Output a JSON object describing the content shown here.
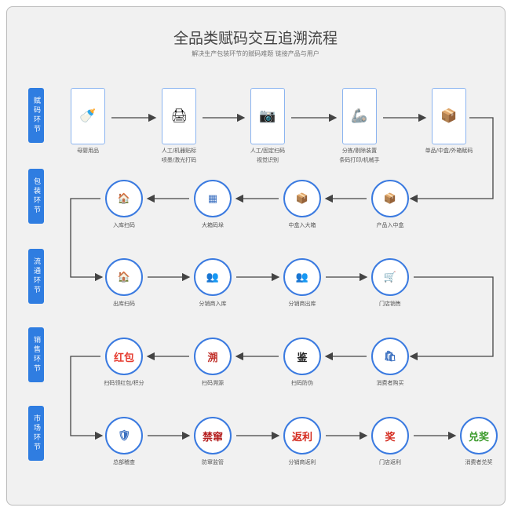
{
  "title": "全品类赋码交互追溯流程",
  "subtitle": "解决生产包装环节的赋码难题 链接产品与用户",
  "stages": [
    "赋码环节",
    "包装环节",
    "流通环节",
    "销售环节",
    "市场环节"
  ],
  "row1": [
    {
      "l1": "母婴用品",
      "l2": "",
      "icon": "baby-products-icon",
      "glyph": "🍼"
    },
    {
      "l1": "人工/机器贴标",
      "l2": "喷墨/激光打码",
      "icon": "labeling-machine-icon",
      "glyph": "🖨"
    },
    {
      "l1": "人工/固定扫码",
      "l2": "视觉识别",
      "icon": "scanner-camera-icon",
      "glyph": "📷"
    },
    {
      "l1": "分拣/剔除装置",
      "l2": "条码打印/机械手",
      "icon": "robot-arm-icon",
      "glyph": "🦾"
    },
    {
      "l1": "单品/中盒/外箱赋码",
      "l2": "",
      "icon": "box-icon",
      "glyph": "📦"
    }
  ],
  "row2": [
    {
      "l": "入库扫码",
      "icon": "warehouse-scan-icon",
      "glyph": "🏠"
    },
    {
      "l": "大箱码垛",
      "icon": "pallet-icon",
      "glyph": "▦"
    },
    {
      "l": "中盒入大箱",
      "icon": "cartons-icon",
      "glyph": "📦"
    },
    {
      "l": "产品入中盒",
      "icon": "open-box-icon",
      "glyph": "📦"
    }
  ],
  "row3": [
    {
      "l": "出库扫码",
      "icon": "warehouse-scan-icon",
      "glyph": "🏠"
    },
    {
      "l": "分销商入库",
      "icon": "users-icon",
      "glyph": "👥"
    },
    {
      "l": "分销商出库",
      "icon": "users-qr-icon",
      "glyph": "👥"
    },
    {
      "l": "门店销售",
      "icon": "store-icon",
      "glyph": "🛒"
    }
  ],
  "row4": [
    {
      "l": "扫码领红包/积分",
      "icon": "red-envelope-icon",
      "glyph": "红包"
    },
    {
      "l": "扫码溯源",
      "icon": "trace-icon",
      "glyph": "溯"
    },
    {
      "l": "扫码防伪",
      "icon": "anti-fake-icon",
      "glyph": "鉴"
    },
    {
      "l": "消费者购买",
      "icon": "consumer-icon",
      "glyph": "🛍"
    }
  ],
  "row5": [
    {
      "l": "总部稽查",
      "icon": "shield-icon",
      "glyph": "🛡"
    },
    {
      "l": "防窜监管",
      "icon": "anti-diversion-icon",
      "glyph": "禁窜"
    },
    {
      "l": "分销商返利",
      "icon": "rebate-icon",
      "glyph": "返利"
    },
    {
      "l": "门店返利",
      "icon": "gift-icon",
      "glyph": "奖"
    },
    {
      "l": "消费者兑奖",
      "icon": "prize-icon",
      "glyph": "兑奖"
    }
  ],
  "colors": {
    "accent": "#2f7de1",
    "arrow": "#444444"
  }
}
